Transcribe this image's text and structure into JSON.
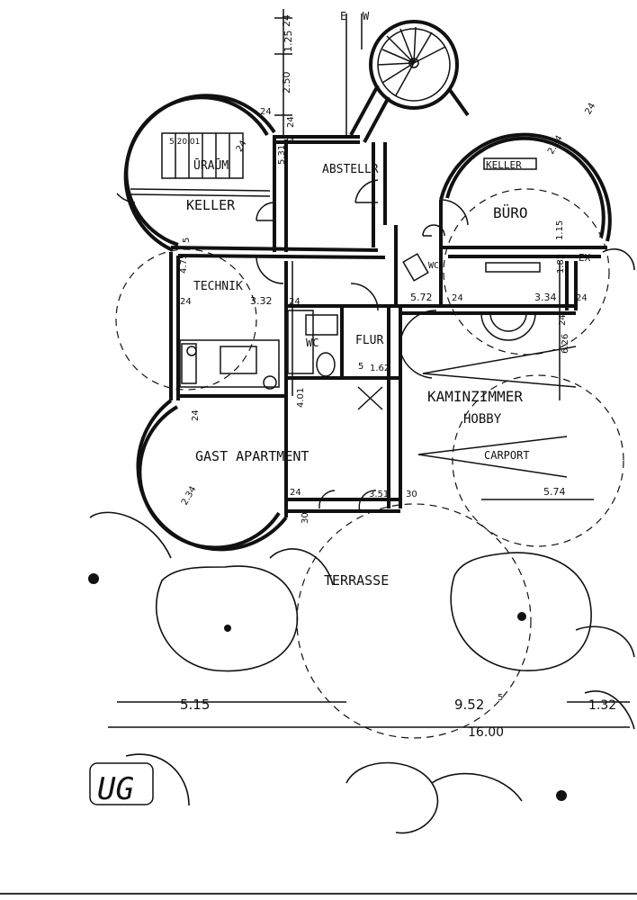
{
  "plan": {
    "floor_label": "UG",
    "rooms": {
      "keller": "KELLER",
      "saal": "ŪRAŪM",
      "abstell": "ABSTELLR",
      "buero": "BÜRO",
      "keller2": "KELLER",
      "technik": "TECHNIK",
      "wc": "WC",
      "flur": "FLUR",
      "wc_ug": "WC",
      "kaminzimmer": "KAMINZIMMER",
      "hobby": "HOBBY",
      "carport": "CARPORT",
      "gast": "GAST APARTMENT",
      "terrasse": "TERRASSE",
      "exit": "EX"
    },
    "dimensions": {
      "d24_top": "24",
      "d125": "1.25",
      "d250": "2.50",
      "d24_a": "24",
      "d531": "5.31",
      "d24_b": "24",
      "d24_c": "24",
      "d5": "5",
      "d475": "4.75",
      "d24_d": "24",
      "d332": "3.32",
      "d24_e": "24",
      "d401": "4.01",
      "d24_f": "24",
      "d24_g": "24",
      "d351": "3.51",
      "d30": "30",
      "d30b": "30",
      "d1625": "1.62",
      "d5b": "5",
      "d572": "5.72",
      "d24_h": "24",
      "d334": "3.34",
      "d24_i": "24",
      "d626": "6.26",
      "d24_j": "24",
      "d182": "1.82",
      "d115": "1.15",
      "d284": "2.84",
      "d24_k": "24",
      "d574": "5.74",
      "d515": "5.15",
      "d9525": "9.52",
      "d9525sup": "5",
      "d1600": "16.00",
      "d132": "1.32",
      "d234": "2.34",
      "d24_l": "24",
      "d52001": "5.20.01"
    },
    "compass": {
      "e": "E",
      "w": "W"
    }
  }
}
